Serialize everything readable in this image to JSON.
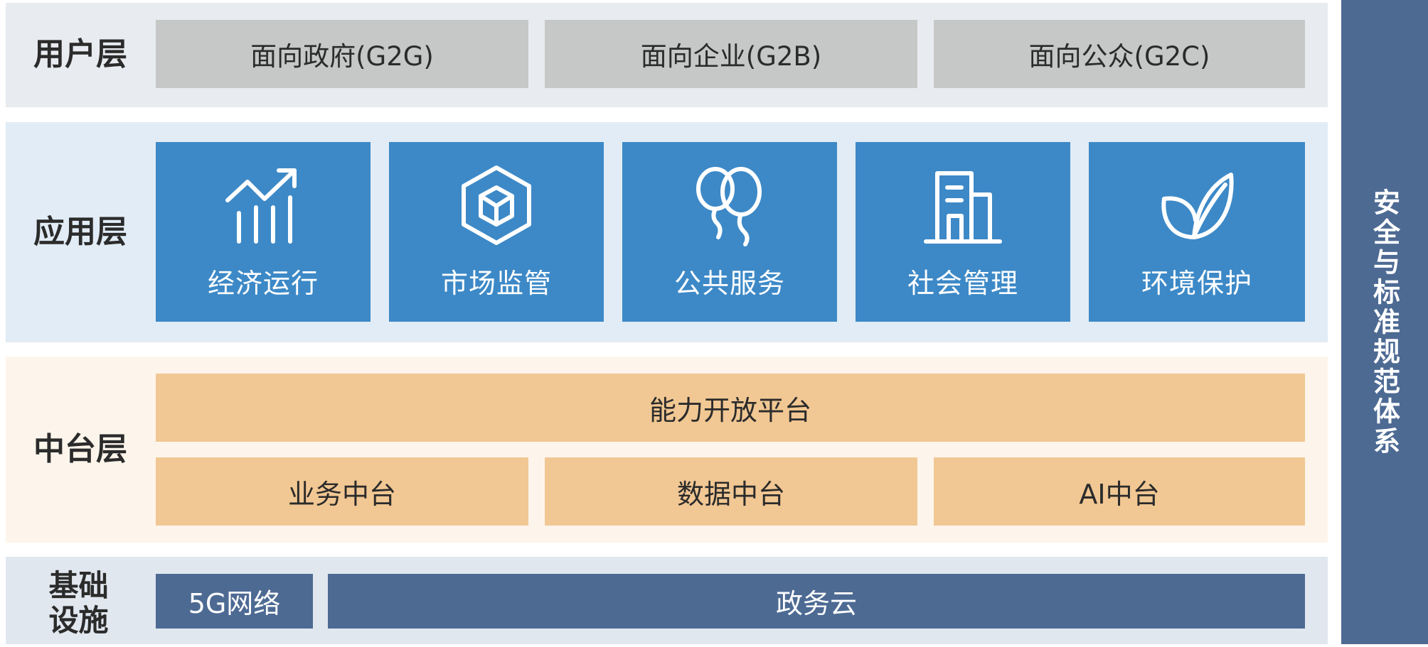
{
  "layers": {
    "user": {
      "label": "用户层",
      "items": [
        "面向政府(G2G)",
        "面向企业(G2B)",
        "面向公众(G2C)"
      ]
    },
    "application": {
      "label": "应用层",
      "tiles": [
        {
          "label": "经济运行",
          "icon": "bar-chart-trend-icon"
        },
        {
          "label": "市场监管",
          "icon": "hexagon-cube-icon"
        },
        {
          "label": "公共服务",
          "icon": "balloons-icon"
        },
        {
          "label": "社会管理",
          "icon": "building-icon"
        },
        {
          "label": "环境保护",
          "icon": "leaf-icon"
        }
      ]
    },
    "middle": {
      "label": "中台层",
      "platform": "能力开放平台",
      "items": [
        "业务中台",
        "数据中台",
        "AI中台"
      ]
    },
    "base": {
      "label": "基础设施",
      "items": [
        "5G网络",
        "政务云"
      ]
    }
  },
  "side_panel": "安全与标准规范体系",
  "colors": {
    "user_band": "#e8ebef",
    "user_box": "#c6c7c7",
    "app_band": "#e1ecf6",
    "app_tile": "#3d89c7",
    "mid_band": "#fdf5eb",
    "mid_box": "#f1c793",
    "base_band": "#e1e7ef",
    "navy": "#4d6a93"
  }
}
